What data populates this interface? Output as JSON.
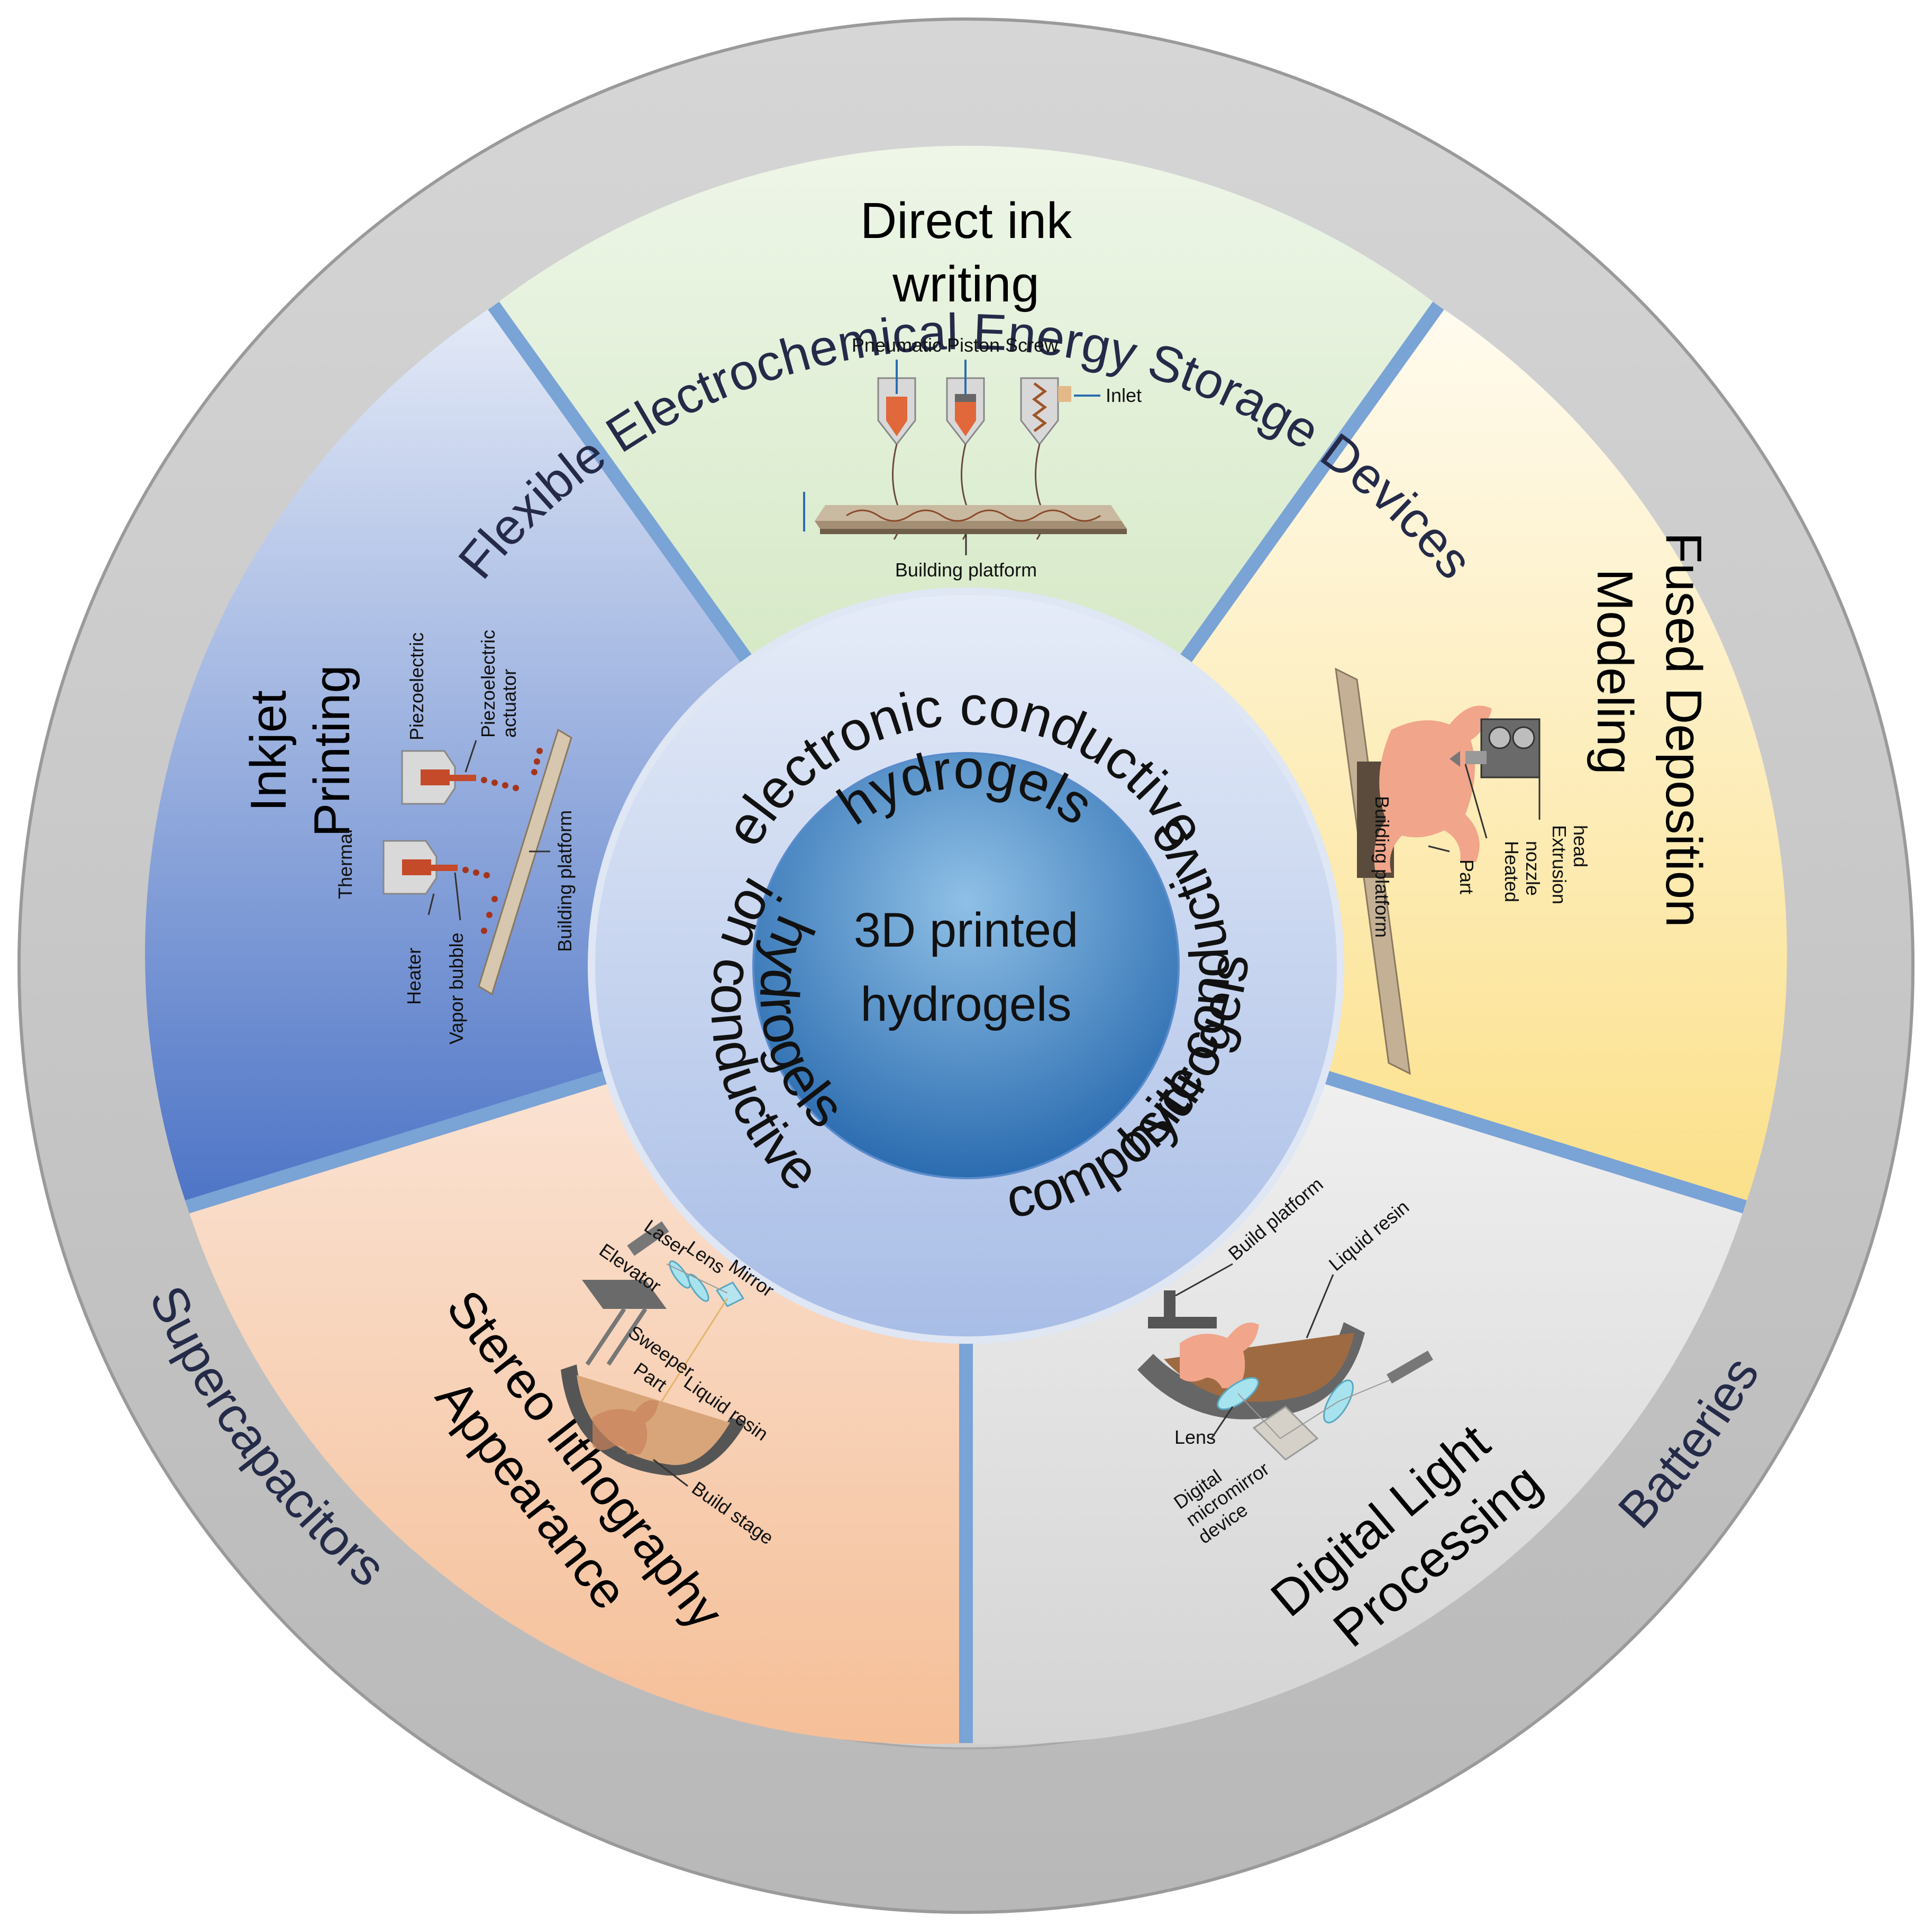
{
  "outer_ring": {
    "top": "Flexible Electrochemical Energy Storage Devices",
    "left": "Supercapacitors",
    "right": "Batteries"
  },
  "center": {
    "line1": "3D printed",
    "line2": "hydrogels"
  },
  "middle_ring": {
    "top_line1": "electronic conductive",
    "top_line2": "hydrogels",
    "left_line1": "ion conductive",
    "left_line2": "hydrogels",
    "right_line1": "composite conductive",
    "right_line2": "hydrogels"
  },
  "sectors": {
    "diw": {
      "title_line1": "Direct ink",
      "title_line2": "writing",
      "labels": {
        "methods": "Pneumatic Piston Screw",
        "inlet": "Inlet",
        "platform": "Building platform"
      },
      "color": "#d9ebcc"
    },
    "fdm": {
      "title_line1": "Fused Deposition",
      "title_line2": "Modeling",
      "labels": {
        "extrusion": "Extrusion",
        "extrusion2": "head",
        "heated": "Heated",
        "heated2": "nozzle",
        "part": "Part",
        "platform": "Building platform"
      },
      "color": "#fde9a4"
    },
    "dlp": {
      "title_line1": "Digital Light",
      "title_line2": "Processing",
      "labels": {
        "build_platform": "Build platform",
        "liquid_resin": "Liquid resin",
        "lens": "Lens",
        "dmd1": "Digital",
        "dmd2": "micromirror",
        "dmd3": "device"
      },
      "color": "#e4e4e4"
    },
    "sla": {
      "title_line1": "Stereo lithography",
      "title_line2": "Appearance",
      "labels": {
        "laser": "Laser",
        "lens": "Lens",
        "mirror": "Mirror",
        "elevator": "Elevator",
        "sweeper": "Sweeper",
        "part": "Part",
        "liquid_resin": "Liquid resin",
        "build_stage": "Build stage"
      },
      "color": "#f8cfb4"
    },
    "inkjet": {
      "title_line1": "Inkjet",
      "title_line2": "Printing",
      "labels": {
        "piezo_actuator1": "Piezoelectric",
        "piezo_actuator2": "actuator",
        "piezoelectric": "Piezoelectric",
        "thermal": "Thermal",
        "heater": "Heater",
        "vapor": "Vapor bubble",
        "platform": "Building platform"
      },
      "color": "#7f9cd8"
    }
  }
}
